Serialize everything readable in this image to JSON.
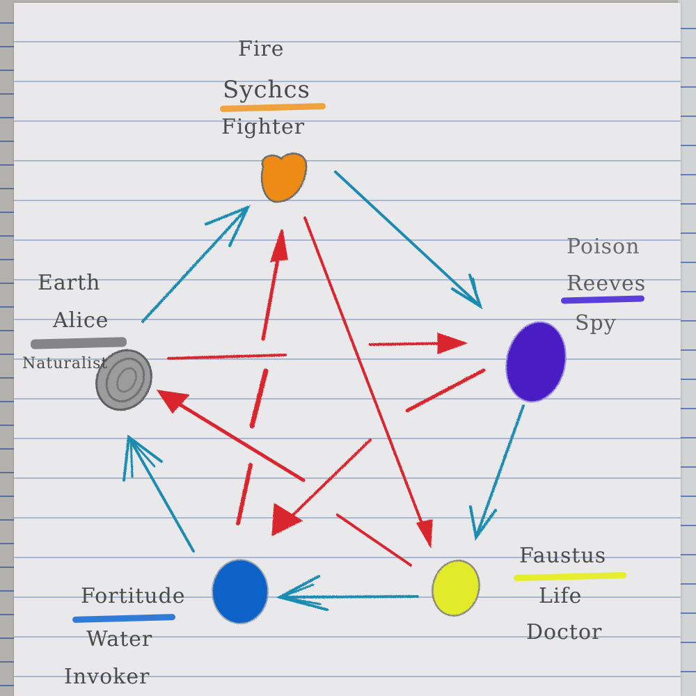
{
  "diagram": {
    "type": "hand-drawn elemental relationship pentagon",
    "colors": {
      "pencil": "#4b4b4b",
      "beats_arrow": "#1a8bb0",
      "cross_arrow": "#d9262e",
      "fire": "#ee8a12",
      "poison": "#4a1fc4",
      "life": "#e2ea2c",
      "water": "#0a62c8",
      "earth": "#8a8a8a"
    },
    "nodes": [
      {
        "id": "fire",
        "element": "Fire",
        "name": "Sychcs",
        "role": "Fighter",
        "color": "#ee8a12",
        "underline": "#ef9a2a"
      },
      {
        "id": "poison",
        "element": "Poison",
        "name": "Reeves",
        "role": "Spy",
        "color": "#4a1fc4",
        "underline": "#4b2ad8"
      },
      {
        "id": "life",
        "element": "Life",
        "name": "Faustus",
        "role": "Doctor",
        "color": "#e2ea2c",
        "underline": "#e5ec1a"
      },
      {
        "id": "water",
        "element": "Water",
        "name": "Fortitude",
        "role": "Invoker",
        "color": "#0a62c8",
        "underline": "#1d6fd6"
      },
      {
        "id": "earth",
        "element": "Earth",
        "name": "Alice",
        "role": "Naturalist",
        "color": "#8a8a8a",
        "underline": "#6d6d6d"
      }
    ],
    "edges_outer": [
      {
        "from": "fire",
        "to": "poison",
        "color": "teal"
      },
      {
        "from": "poison",
        "to": "life",
        "color": "teal"
      },
      {
        "from": "life",
        "to": "water",
        "color": "teal"
      },
      {
        "from": "water",
        "to": "earth",
        "color": "teal"
      },
      {
        "from": "earth",
        "to": "fire",
        "color": "teal"
      }
    ],
    "edges_inner": [
      {
        "from": "fire",
        "to": "life",
        "color": "red"
      },
      {
        "from": "water",
        "to": "fire",
        "color": "red"
      },
      {
        "from": "earth",
        "to": "poison",
        "color": "red"
      },
      {
        "from": "poison",
        "to": "water",
        "color": "red"
      },
      {
        "from": "life",
        "to": "earth",
        "color": "red"
      }
    ]
  }
}
